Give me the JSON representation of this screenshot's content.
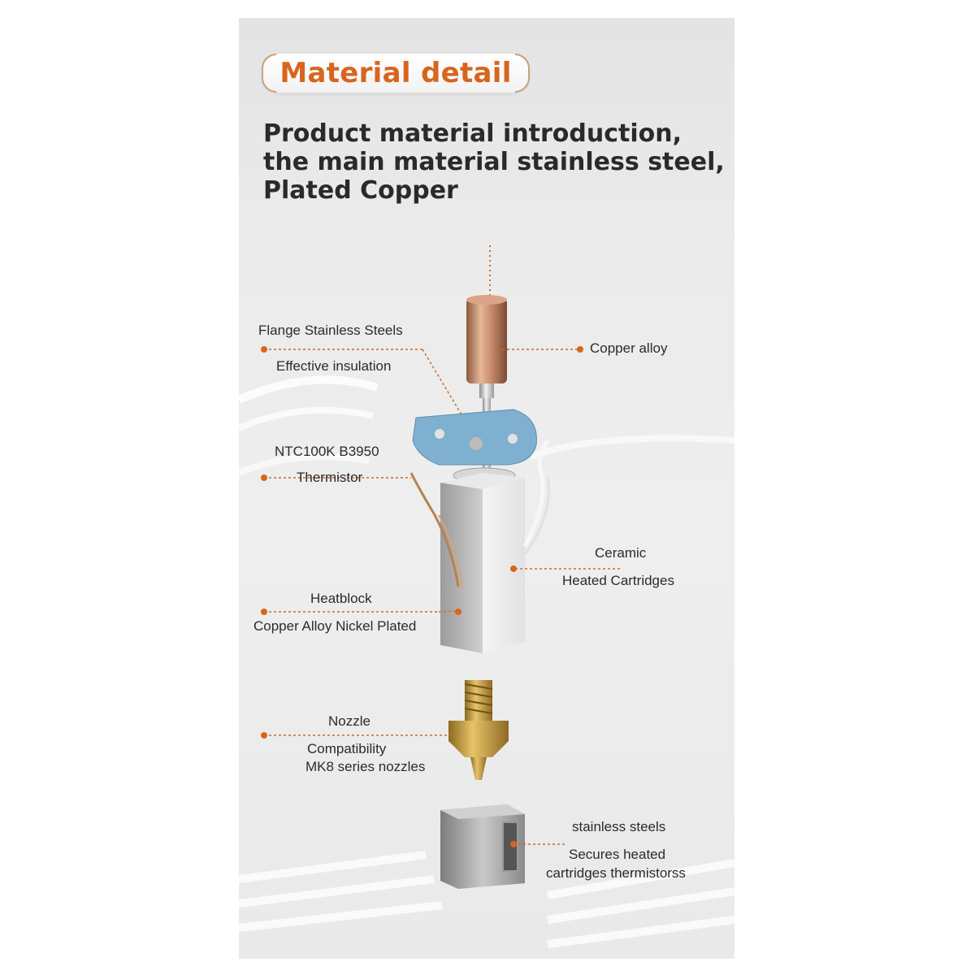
{
  "badge": {
    "title": "Material detail"
  },
  "headline": {
    "line1": "Product material introduction,",
    "line2": "the main material stainless steel,",
    "line3": "Plated Copper"
  },
  "callouts": {
    "flange": {
      "title": "Flange Stainless Steels",
      "desc": "Effective insulation"
    },
    "copper": {
      "title": "Copper alloy"
    },
    "thermistor": {
      "title": "NTC100K B3950",
      "desc": "Thermistor"
    },
    "ceramic": {
      "title": "Ceramic",
      "desc": "Heated Cartridges"
    },
    "heatblock": {
      "title": "Heatblock",
      "desc": "Copper Alloy Nickel Plated"
    },
    "nozzle": {
      "title": "Nozzle",
      "desc1": "Compatibility",
      "desc2": "MK8 series nozzles"
    },
    "sock": {
      "title": "stainless steels",
      "desc1": "Secures heated",
      "desc2": "cartridges thermistorss"
    }
  },
  "colors": {
    "accent": "#d8651d",
    "leader": "#cf6a2a",
    "headline": "#2a2a2a"
  }
}
